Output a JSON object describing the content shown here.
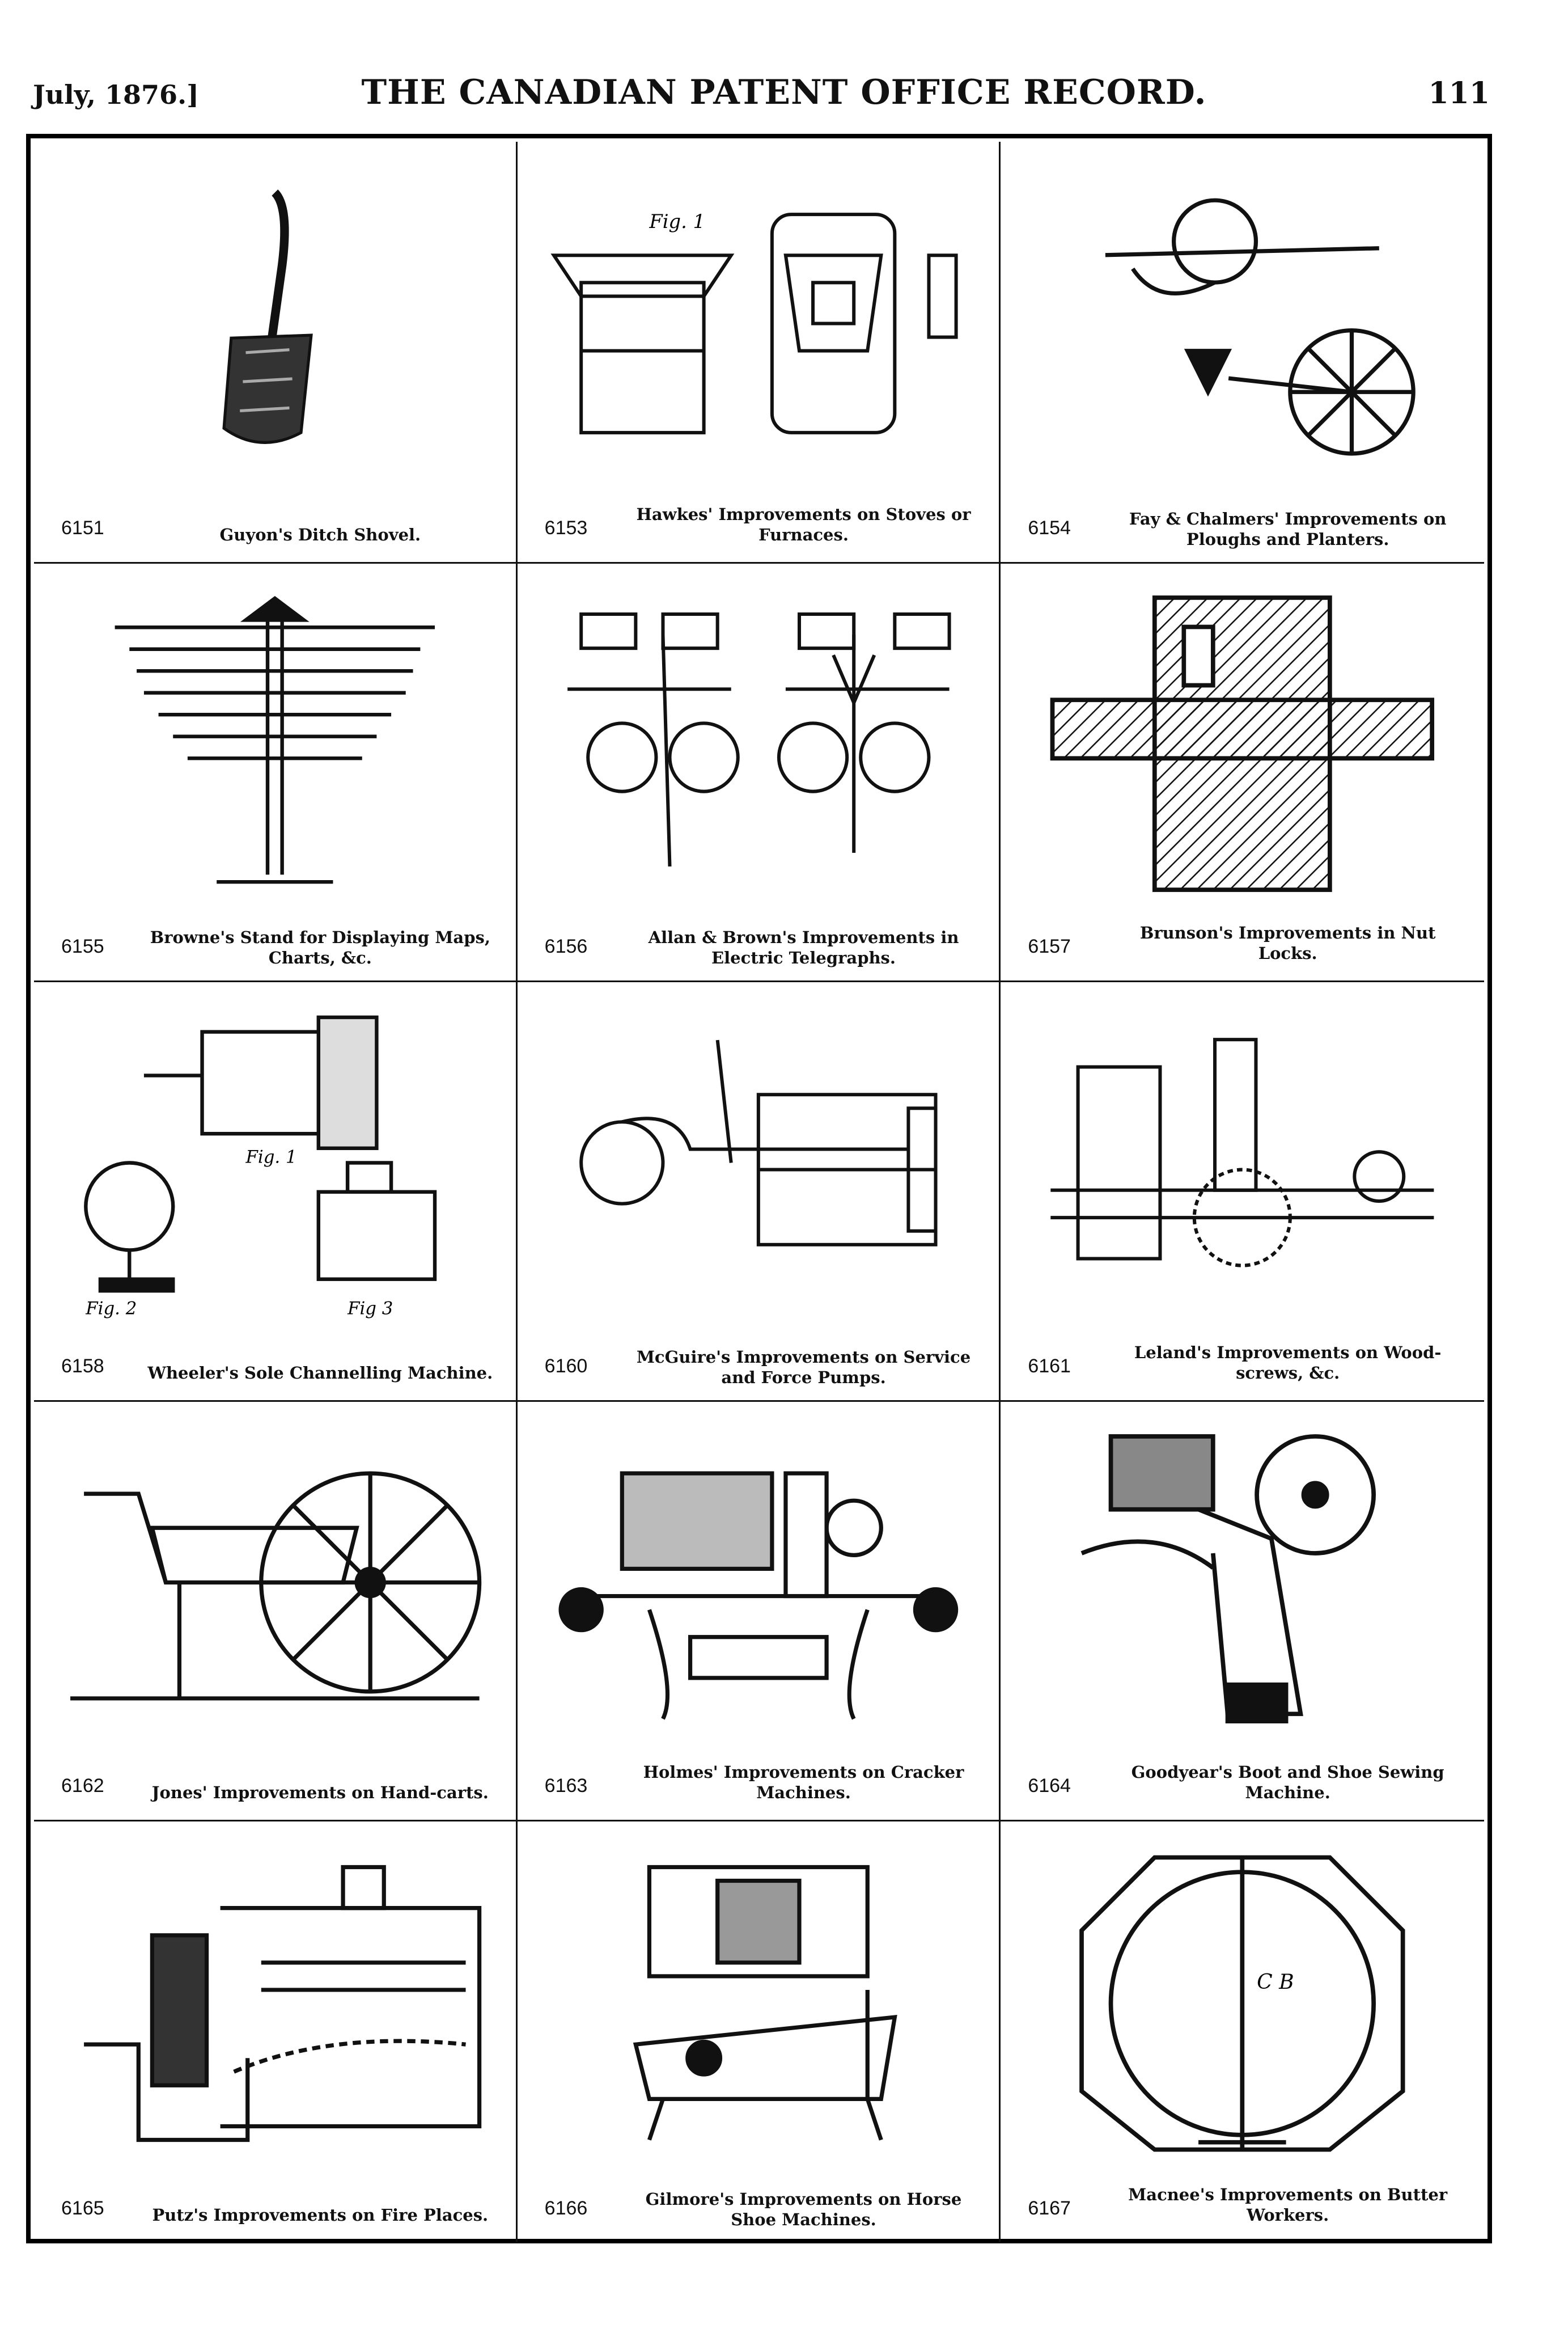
{
  "header": {
    "date": "July, 1876.]",
    "title": "THE CANADIAN PATENT OFFICE RECORD.",
    "page": "111"
  },
  "patents": [
    {
      "number": "6151",
      "caption": "Guyon's Ditch Shovel.",
      "icon": "shovel-icon"
    },
    {
      "number": "6153",
      "caption": "Hawkes' Improvements on Stoves or Furnaces.",
      "icon": "stove-icon"
    },
    {
      "number": "6154",
      "caption": "Fay & Chalmers' Improvements on Ploughs and Planters.",
      "icon": "plough-icon"
    },
    {
      "number": "6155",
      "caption": "Browne's Stand for Displaying Maps, Charts, &c.",
      "icon": "map-stand-icon"
    },
    {
      "number": "6156",
      "caption": "Allan & Brown's Improvements in Electric Telegraphs.",
      "icon": "telegraph-icon"
    },
    {
      "number": "6157",
      "caption": "Brunson's Improvements in Nut Locks.",
      "icon": "nut-lock-icon"
    },
    {
      "number": "6158",
      "caption": "Wheeler's Sole Channelling Machine.",
      "icon": "sole-machine-icon"
    },
    {
      "number": "6160",
      "caption": "McGuire's Improvements on Service and Force Pumps.",
      "icon": "pump-icon"
    },
    {
      "number": "6161",
      "caption": "Leland's Improvements on Wood-screws, &c.",
      "icon": "wood-screw-machine-icon"
    },
    {
      "number": "6162",
      "caption": "Jones' Improvements on Hand-carts.",
      "icon": "hand-cart-icon"
    },
    {
      "number": "6163",
      "caption": "Holmes' Improvements on Cracker Machines.",
      "icon": "cracker-machine-icon"
    },
    {
      "number": "6164",
      "caption": "Goodyear's Boot and Shoe Sewing Machine.",
      "icon": "sewing-machine-icon"
    },
    {
      "number": "6165",
      "caption": "Putz's Improvements on Fire Places.",
      "icon": "fireplace-icon"
    },
    {
      "number": "6166",
      "caption": "Gilmore's Improvements on Horse Shoe Machines.",
      "icon": "horseshoe-machine-icon"
    },
    {
      "number": "6167",
      "caption": "Macnee's Improvements on Butter Workers.",
      "icon": "butter-worker-icon"
    }
  ],
  "figure_labels": {
    "fig1": "Fig. 1",
    "fig2": "Fig. 2",
    "fig3": "Fig 3",
    "cb": "C B"
  }
}
